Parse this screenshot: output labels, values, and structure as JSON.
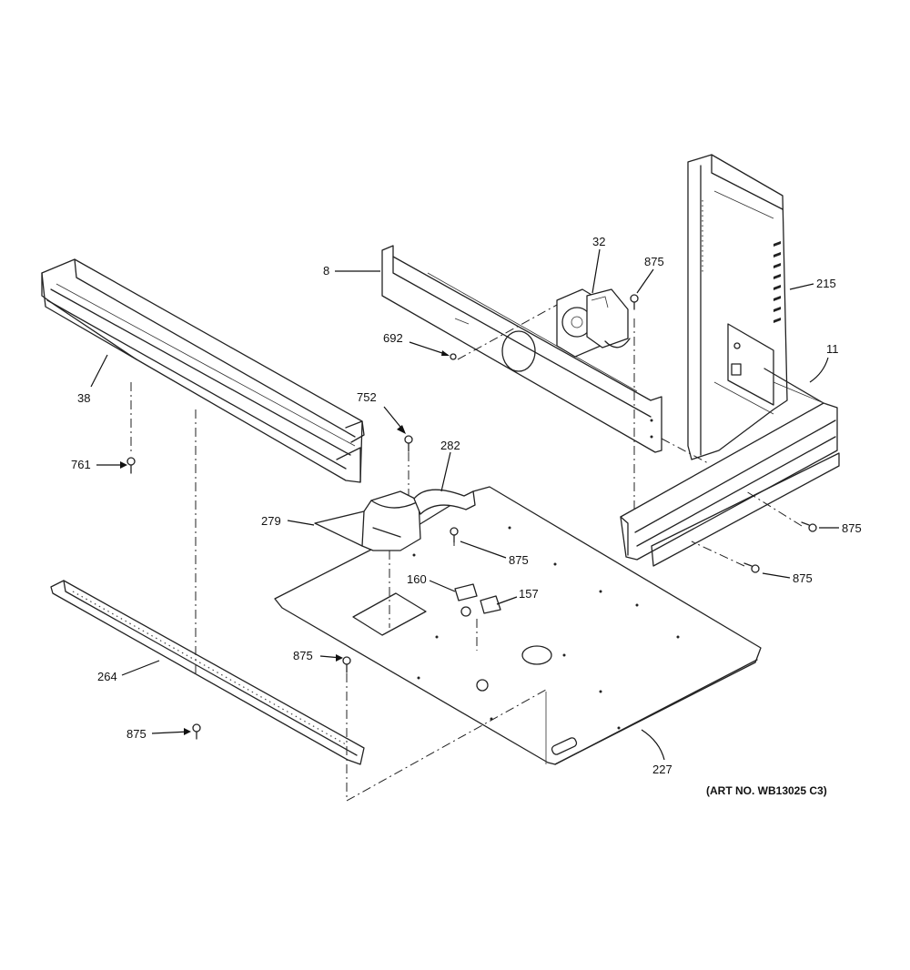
{
  "labels": {
    "p8": "8",
    "p32": "32",
    "p875_fan": "875",
    "p215": "215",
    "p11": "11",
    "p692": "692",
    "p38": "38",
    "p752": "752",
    "p282": "282",
    "p761": "761",
    "p279": "279",
    "p875_base": "875",
    "p160": "160",
    "p157": "157",
    "p875_right1": "875",
    "p875_right2": "875",
    "p875_strip": "875",
    "p264": "264",
    "p875_left": "875",
    "p227": "227"
  },
  "art_no": "(ART NO. WB13025 C3)"
}
